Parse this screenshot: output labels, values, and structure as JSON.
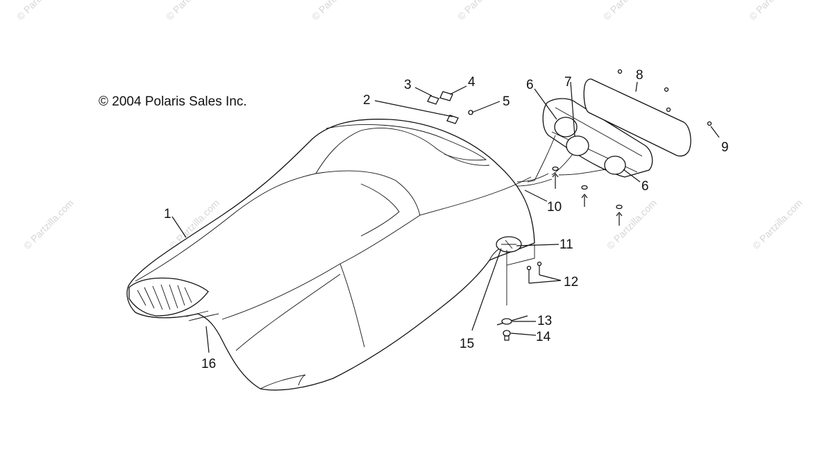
{
  "copyright": "© 2004 Polaris Sales Inc.",
  "watermark": "© Partzilla.com",
  "callouts": {
    "p1": "1",
    "p2": "2",
    "p3": "3",
    "p4": "4",
    "p5": "5",
    "p6a": "6",
    "p6b": "6",
    "p7": "7",
    "p8": "8",
    "p9": "9",
    "p10": "10",
    "p11": "11",
    "p12": "12",
    "p13": "13",
    "p14": "14",
    "p15": "15",
    "p16": "16"
  }
}
